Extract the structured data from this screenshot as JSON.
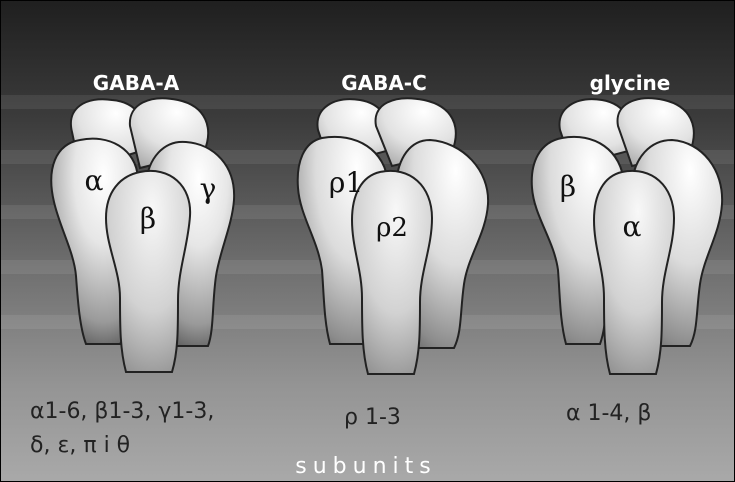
{
  "receptors": [
    {
      "title": "GABA-A",
      "subunits": [
        "α",
        "β",
        "γ"
      ],
      "composition": [
        "α1-6, β1-3, γ1-3,",
        "δ, ε, π i θ"
      ]
    },
    {
      "title": "GABA-C",
      "subunits": [
        "ρ1",
        "ρ2"
      ],
      "composition": [
        "ρ 1-3"
      ]
    },
    {
      "title": "glycine",
      "subunits": [
        "β",
        "α"
      ],
      "composition": [
        "α 1-4, β"
      ]
    }
  ],
  "footer": "subunits"
}
